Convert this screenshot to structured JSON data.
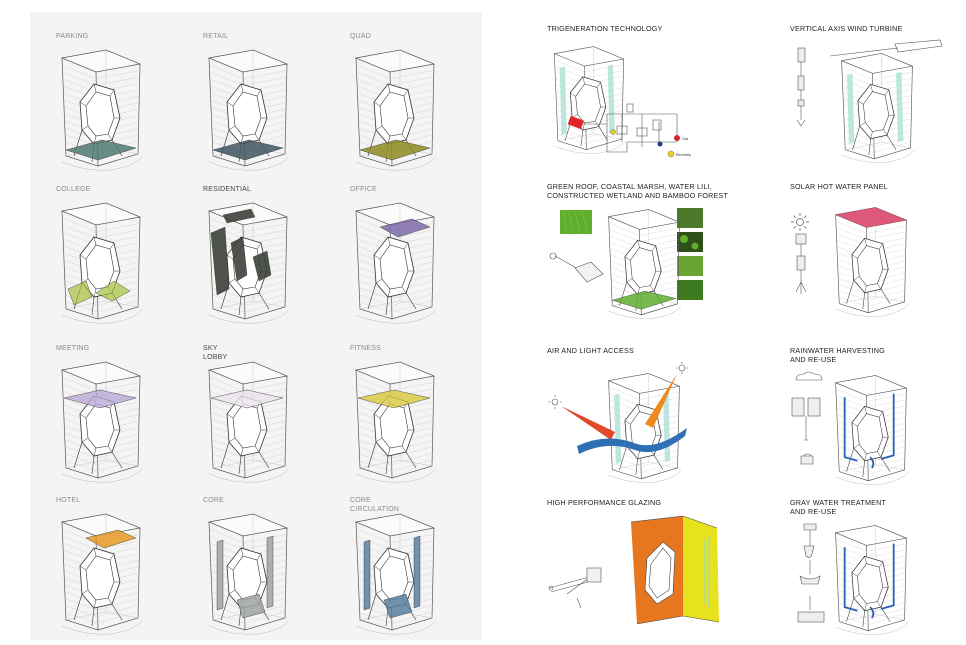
{
  "colors": {
    "parking": "#4f7a72",
    "retail": "#3f5560",
    "quad": "#8e8a1e",
    "college": "#a7c23a",
    "residential": "#3c4238",
    "office": "#7c6aa8",
    "meeting": "#b9a9d4",
    "sky_lobby": "#e8e4ea",
    "fitness": "#d7c93c",
    "hotel": "#e79a25",
    "core": "#9fa3a2",
    "core_circulation": "#5a7fa0",
    "section_accent": "#c94b56",
    "mint": "#a7ddd4",
    "trigen_red": "#e0262a",
    "green_roof": "#5fae2e",
    "solar_pink": "#d9466a",
    "arrow_red": "#e2492a",
    "arrow_orange": "#ef8a1f",
    "air_blue": "#2f6fb4",
    "glazing_orange": "#e7771f",
    "glazing_yellow": "#e7e21e",
    "rain_blue": "#2d62b4"
  },
  "program_diagrams": [
    {
      "label": "PARKING",
      "key": "parking"
    },
    {
      "label": "RETAIL",
      "key": "retail"
    },
    {
      "label": "QUAD",
      "key": "quad"
    },
    {
      "label": "COLLEGE",
      "key": "college"
    },
    {
      "label": "RESIDENTIAL",
      "key": "residential"
    },
    {
      "label": "OFFICE",
      "key": "office"
    },
    {
      "label": "MEETING",
      "key": "meeting"
    },
    {
      "label": "SKY LOBBY",
      "key": "sky_lobby"
    },
    {
      "label": "FITNESS",
      "key": "fitness"
    },
    {
      "label": "HOTEL",
      "key": "hotel"
    },
    {
      "label": "CORE",
      "key": "core"
    },
    {
      "label": "CORE CIRCULATION",
      "key": "core_circulation"
    }
  ],
  "sustainability_diagrams": [
    {
      "label": "TRIGENERATION TECHNOLOGY",
      "icon": "trigeneration-icon"
    },
    {
      "label": "VERTICAL AXIS WIND TURBINE",
      "icon": "wind-turbine-icon"
    },
    {
      "label": "GREEN ROOF, COASTAL MARSH, WATER LILI,\nCONSTRUCTED WETLAND AND BAMBOO FOREST",
      "icon": "green-roof-icon"
    },
    {
      "label": "SOLAR HOT WATER PANEL",
      "icon": "solar-panel-icon"
    },
    {
      "label": "AIR AND LIGHT ACCESS",
      "icon": "sun-icon"
    },
    {
      "label": "RAINWATER HARVESTING\nAND RE-USE",
      "icon": "rain-tank-icon"
    },
    {
      "label": "HIGH PERFORMANCE GLAZING",
      "icon": "glazing-icon"
    },
    {
      "label": "GRAY WATER TREATMENT\nAND RE-USE",
      "icon": "gray-water-icon"
    }
  ],
  "trigeneration_legend": [
    "Gas",
    "Electricity"
  ]
}
